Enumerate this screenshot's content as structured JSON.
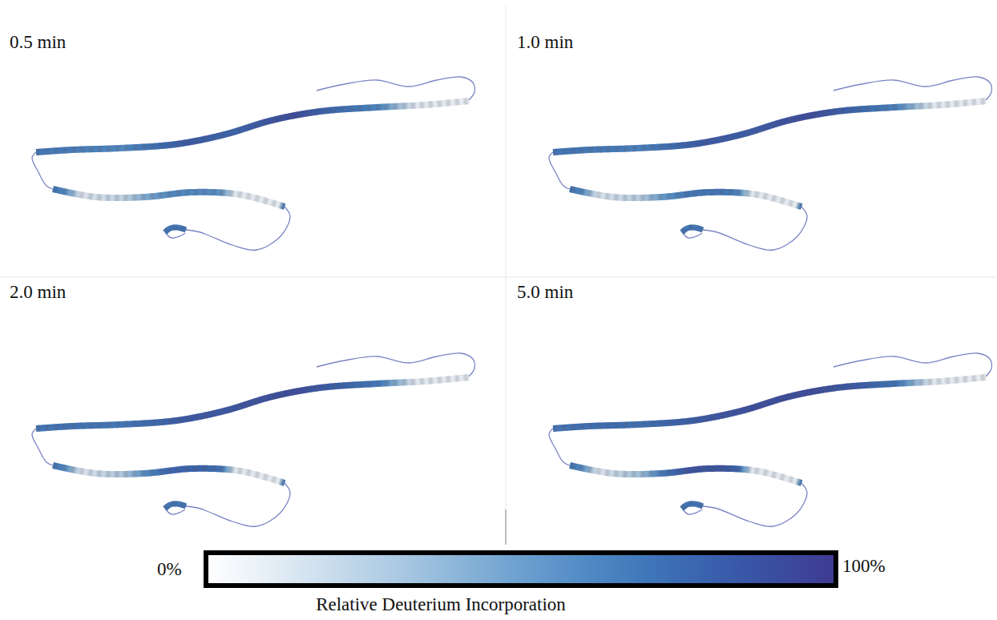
{
  "diagram": {
    "labels": [
      "0.5 min",
      "1.0 min",
      "2.0 min",
      "5.0 min",
      "0%",
      "100%",
      "Relative Deuterium Incorporation"
    ]
  }
}
